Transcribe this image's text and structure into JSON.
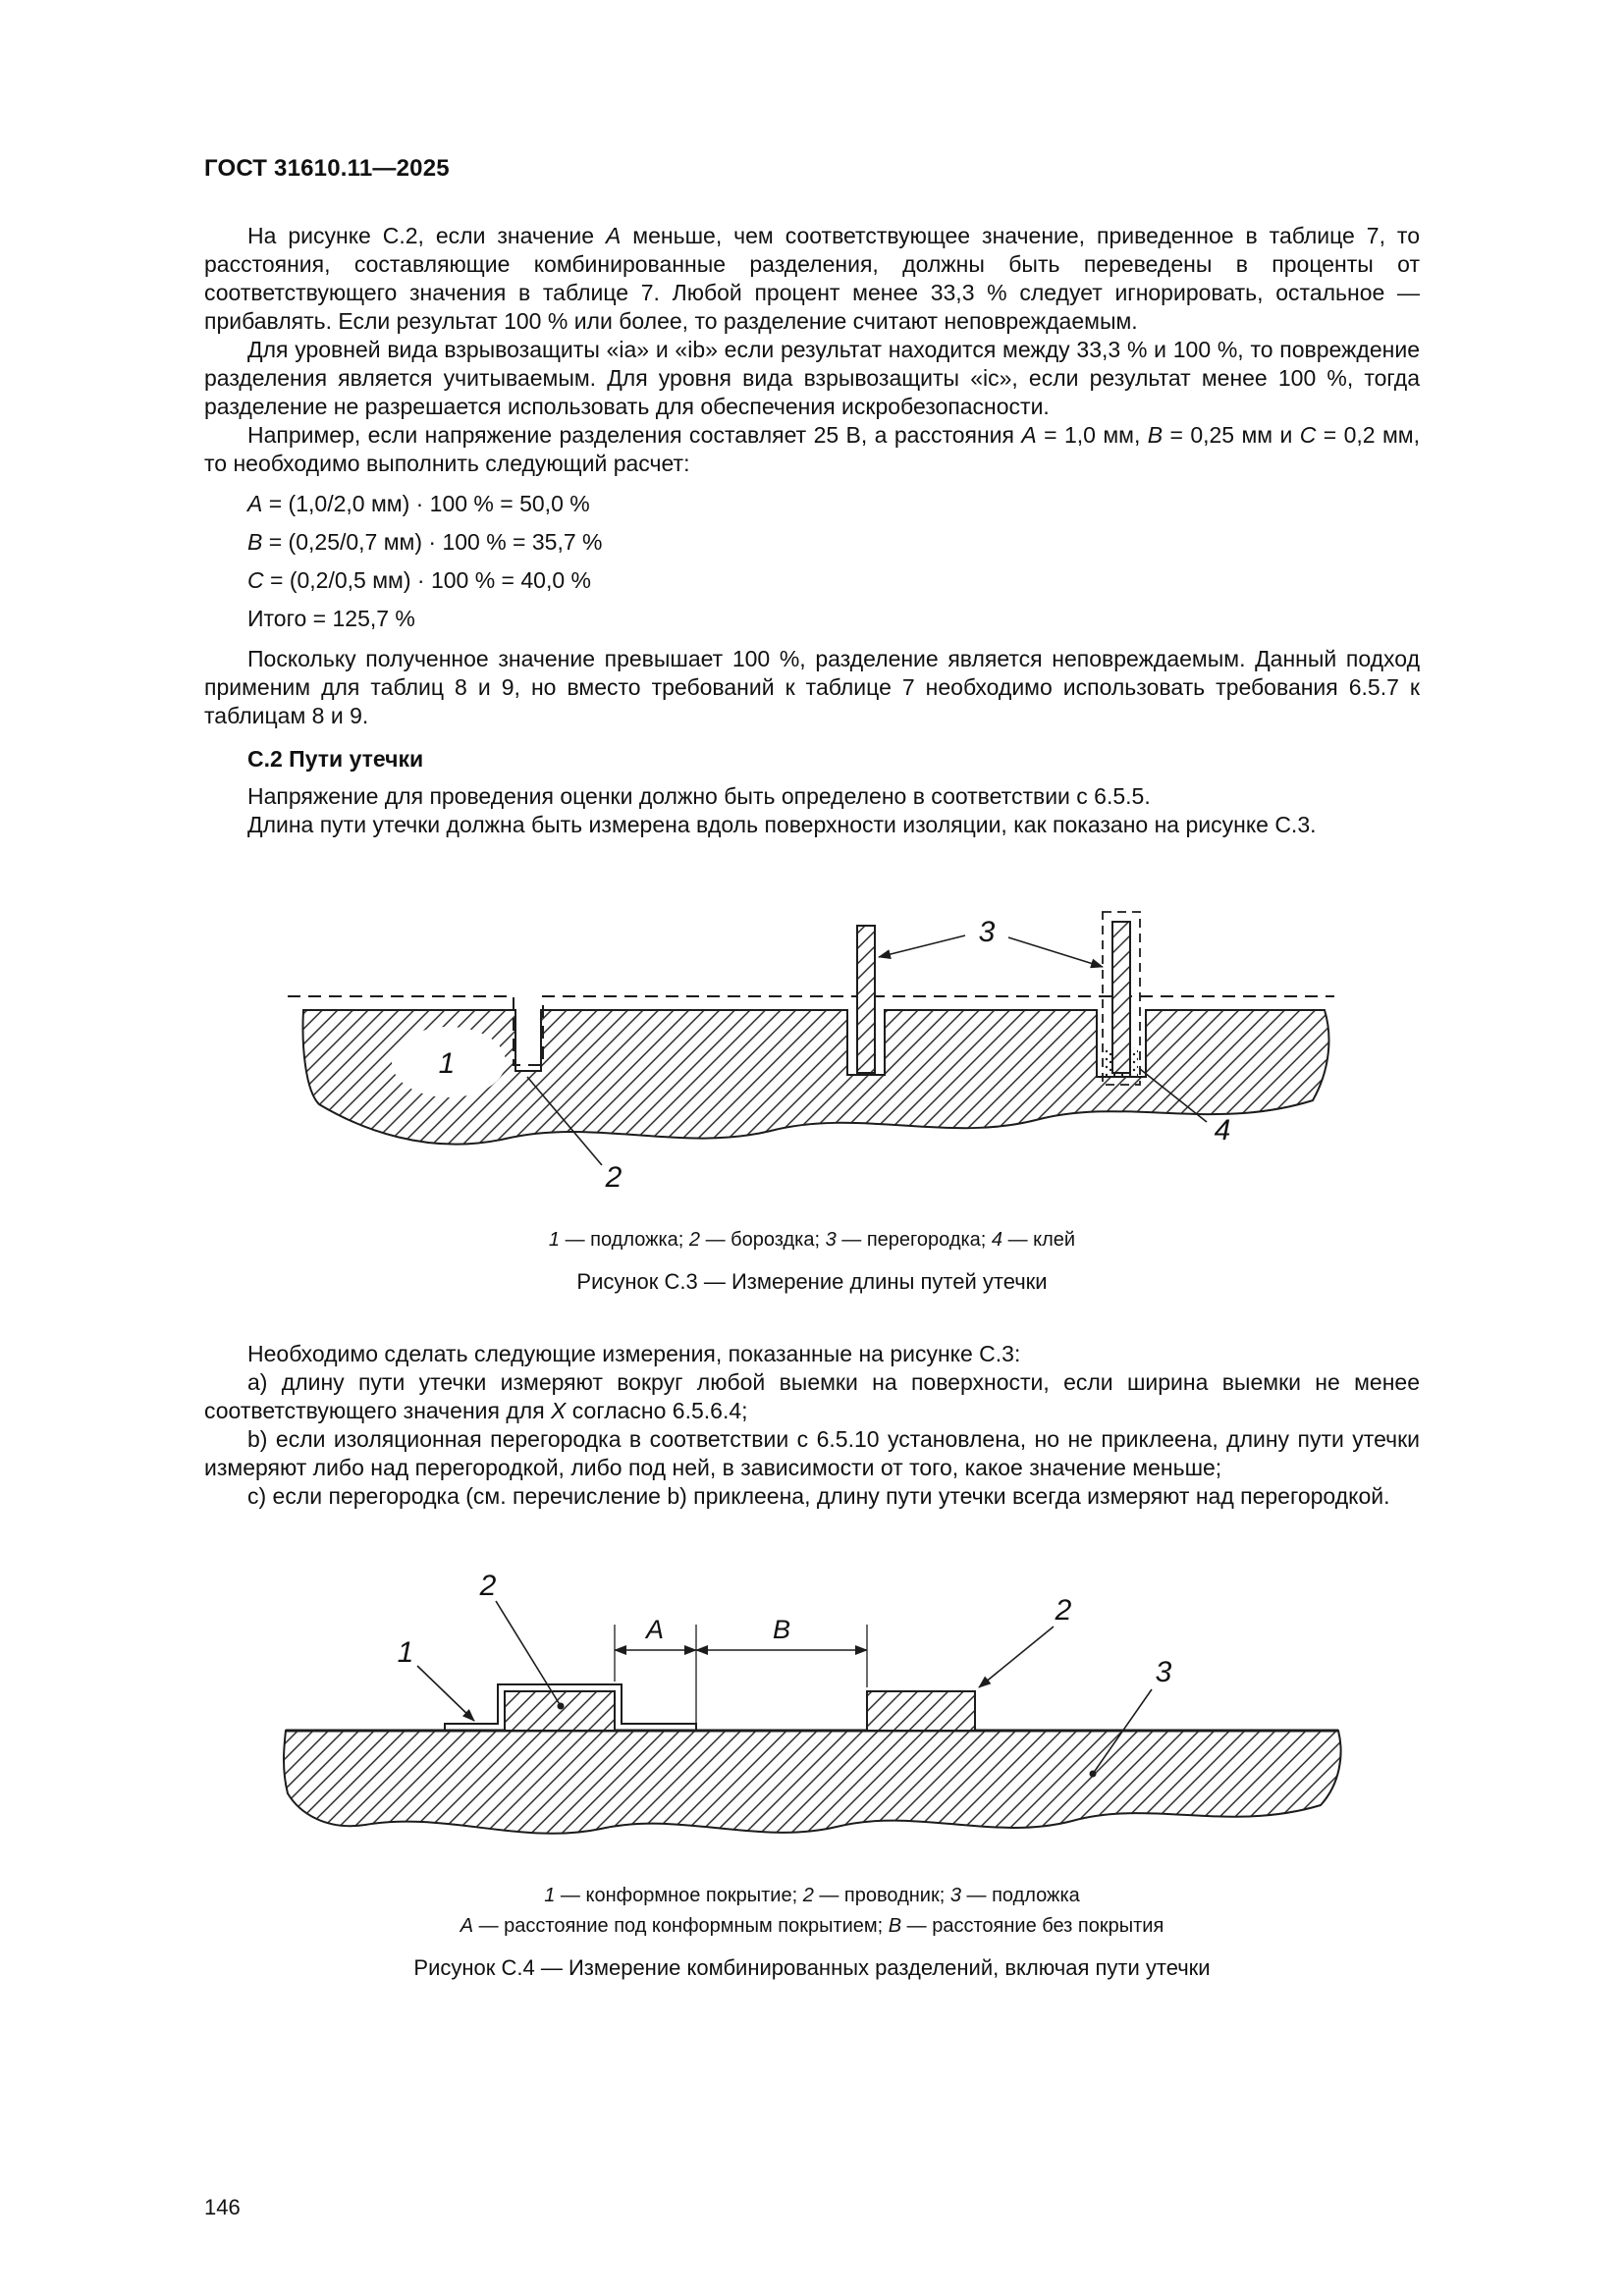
{
  "header": {
    "title": "ГОСТ 31610.11—2025"
  },
  "page_number": "146",
  "body": {
    "para1": [
      {
        "t": "На рисунке С.2, если значение "
      },
      {
        "t": "A",
        "i": true
      },
      {
        "t": " меньше, чем соответствующее значение, приведенное в таблице 7, то расстояния, составляющие комбинированные разделения, должны быть переведены в проценты от соответствующего значения в таблице 7. Любой процент менее 33,3 % следует игнорировать, остальное — прибавлять. Если результат 100 % или более, то разделение считают неповреждаемым."
      }
    ],
    "para2": "Для уровней вида взрывозащиты «ia» и «ib» если результат находится между 33,3 % и 100 %, то повреждение разделения является учитываемым. Для уровня вида взрывозащиты «ic», если результат менее 100 %, тогда разделение не разрешается использовать для обеспечения искробезопасности.",
    "para3": [
      {
        "t": "Например, если напряжение разделения составляет 25 В, а расстояния "
      },
      {
        "t": "A",
        "i": true
      },
      {
        "t": " = 1,0 мм, "
      },
      {
        "t": "B",
        "i": true
      },
      {
        "t": " = 0,25 мм и "
      },
      {
        "t": "C",
        "i": true
      },
      {
        "t": " = 0,2 мм, то необходимо выполнить следующий расчет:"
      }
    ],
    "formulas": [
      [
        {
          "t": "A",
          "i": true
        },
        {
          "t": " = (1,0/2,0 мм) · 100 % = 50,0 %"
        }
      ],
      [
        {
          "t": "B",
          "i": true
        },
        {
          "t": " = (0,25/0,7 мм) · 100 % = 35,7 %"
        }
      ],
      [
        {
          "t": "C",
          "i": true
        },
        {
          "t": " = (0,2/0,5 мм) · 100 % = 40,0 %"
        }
      ],
      [
        {
          "t": "Итого = 125,7 %"
        }
      ]
    ],
    "para4": "Поскольку полученное значение превышает 100 %, разделение является неповреждаемым. Данный подход применим для таблиц 8 и 9, но вместо требований к таблице 7 необходимо использовать требования 6.5.7 к таблицам 8 и 9.",
    "heading_c2": "С.2 Пути утечки",
    "para5": "Напряжение для проведения оценки должно быть определено в соответствии с 6.5.5.",
    "para6": "Длина пути утечки должна быть измерена вдоль поверхности изоляции, как показано на рисунке С.3.",
    "para7": "Необходимо сделать следующие измерения, показанные на рисунке С.3:",
    "item_a": [
      {
        "t": "a) длину пути утечки измеряют вокруг любой выемки на поверхности, если ширина выемки не менее соответствующего значения для "
      },
      {
        "t": "X",
        "i": true
      },
      {
        "t": " согласно 6.5.6.4;"
      }
    ],
    "item_b": "b) если изоляционная перегородка в соответствии с 6.5.10 установлена, но не приклеена, длину пути утечки измеряют либо над перегородкой, либо под ней, в зависимости от того, какое значение меньше;",
    "item_c": "c) если перегородка (см. перечисление b) приклеена, длину пути утечки всегда измеряют над перегородкой."
  },
  "figure_c3": {
    "labels": {
      "substrate": "1",
      "groove": "2",
      "partition": "3",
      "glue": "4"
    },
    "legend": [
      {
        "t": "1",
        "i": true
      },
      {
        "t": " — подложка; "
      },
      {
        "t": "2",
        "i": true
      },
      {
        "t": " — бороздка; "
      },
      {
        "t": "3",
        "i": true
      },
      {
        "t": " — перегородка; "
      },
      {
        "t": "4",
        "i": true
      },
      {
        "t": " — клей"
      }
    ],
    "caption": "Рисунок С.3 — Измерение длины путей утечки"
  },
  "figure_c4": {
    "labels": {
      "coating": "1",
      "conductor_left": "2",
      "conductor_right": "2",
      "substrate": "3",
      "dim_a": "A",
      "dim_b": "B"
    },
    "legend1": [
      {
        "t": "1",
        "i": true
      },
      {
        "t": " — конформное покрытие; "
      },
      {
        "t": "2",
        "i": true
      },
      {
        "t": " — проводник; "
      },
      {
        "t": "3",
        "i": true
      },
      {
        "t": " — подложка"
      }
    ],
    "legend2": [
      {
        "t": "A",
        "i": true
      },
      {
        "t": " — расстояние под конформным покрытием; "
      },
      {
        "t": "B",
        "i": true
      },
      {
        "t": " — расстояние без покрытия"
      }
    ],
    "caption": "Рисунок С.4 — Измерение комбинированных разделений, включая пути утечки"
  }
}
